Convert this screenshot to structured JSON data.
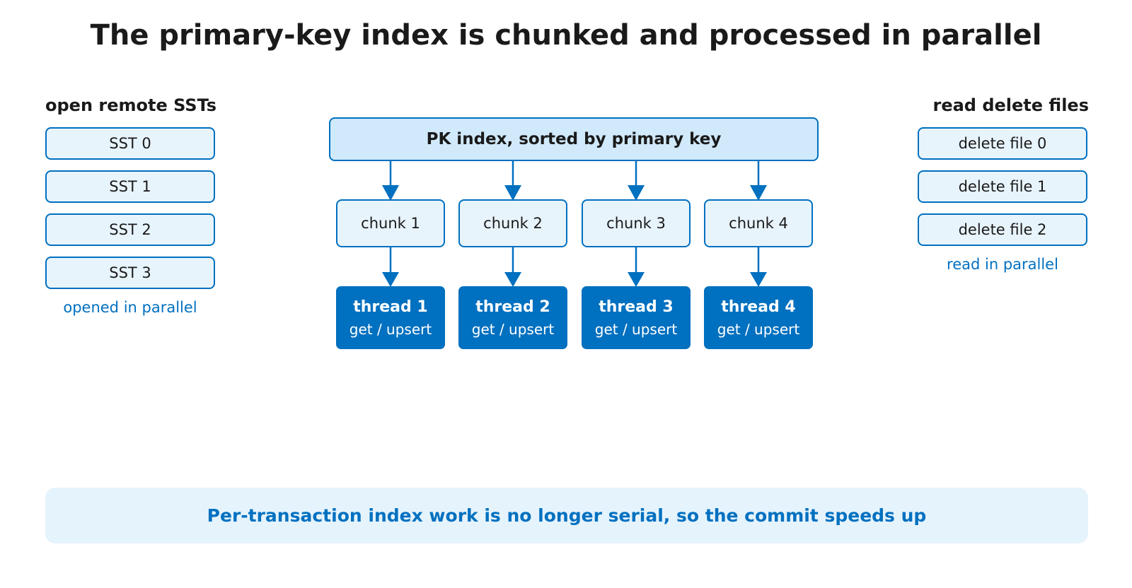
{
  "title": "The primary-key index is chunked and processed in parallel",
  "left_column": {
    "heading": "open remote SSTs",
    "items": [
      "SST 0",
      "SST 1",
      "SST 2",
      "SST 3"
    ],
    "note": "opened in parallel"
  },
  "right_column": {
    "heading": "read delete files",
    "items": [
      "delete file 0",
      "delete file 1",
      "delete file 2"
    ],
    "note": "read in parallel"
  },
  "pk_index": {
    "label": "PK index, sorted by primary key"
  },
  "chunks": [
    "chunk 1",
    "chunk 2",
    "chunk 3",
    "chunk 4"
  ],
  "threads": [
    {
      "name": "thread 1",
      "op": "get / upsert"
    },
    {
      "name": "thread 2",
      "op": "get / upsert"
    },
    {
      "name": "thread 3",
      "op": "get / upsert"
    },
    {
      "name": "thread 4",
      "op": "get / upsert"
    }
  ],
  "banner": {
    "text": "Per-transaction index work is no longer serial, so the commit speeds up"
  },
  "colors": {
    "accent": "#0070c0",
    "box_fill_light": "#e8f4fc",
    "pk_fill": "#d0e9fb",
    "banner_fill": "#e5f3fc",
    "text": "#1a1a1a"
  }
}
